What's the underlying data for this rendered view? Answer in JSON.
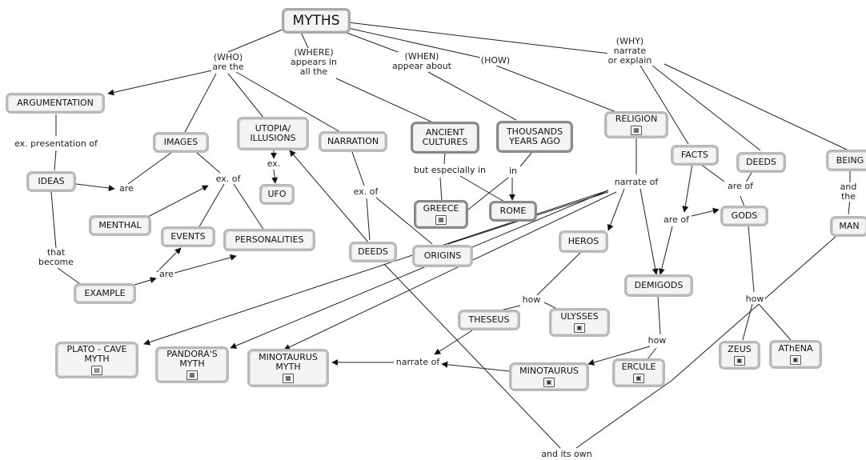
{
  "nodes": {
    "myths": "MYTHS",
    "argumentation": "ARGUMENTATION",
    "ideas": "IDEAS",
    "images": "IMAGES",
    "menthal": "MENTHAL",
    "events": "EVENTS",
    "personalities": "PERSONALITIES",
    "example": "EXAMPLE",
    "utopia": "UTOPIA/\nILLUSIONS",
    "ufo": "UFO",
    "narration": "NARRATION",
    "deeds_left": "DEEDS",
    "origins": "ORIGINS",
    "ancient_cultures": "ANCIENT\nCULTURES",
    "thousands_years": "THOUSANDS\nYEARS AGO",
    "greece": "GREECE",
    "rome": "ROME",
    "religion": "RELIGION",
    "facts": "FACTS",
    "deeds_right": "DEEDS",
    "being": "BEING",
    "man": "MAN",
    "gods": "GODS",
    "heros": "HEROS",
    "demigods": "DEMIGODS",
    "theseus": "THESEUS",
    "ulysses": "ULYSSES",
    "plato": "PLATO - CAVE\nMYTH",
    "pandora": "PANDORA'S\nMYTH",
    "minotaurus_myth": "MINOTAURUS\nMYTH",
    "minotaurus": "MINOTAURUS",
    "ercule": "ERCULE",
    "zeus": "ZEUS",
    "athena": "AThENA"
  },
  "labels": {
    "who": "(WHO)\nare the",
    "where": "(WHERE)\nappears in\nall the",
    "when": "(WHEN)\nappear about",
    "how_top": "(HOW)",
    "why": "(WHY)\nnarrate\nor explain",
    "ex_presentation": "ex. presentation of",
    "are_ideas": "are",
    "ex_of_images": "ex. of",
    "ex_utopia": "ex.",
    "that_become": "that\nbecome",
    "are_example": "are",
    "ex_of_narration": "ex. of",
    "but_especially": "but especially in",
    "in_thousands": "in",
    "narrate_of_religion": "narrate of",
    "are_of_gods": "are of",
    "are_of_facts": "are of",
    "and_the": "and the",
    "how_heros": "how",
    "how_gods": "how",
    "how_demigods": "how",
    "narrate_of_bottom": "narrate of",
    "and_its_own": "and its own"
  },
  "icons": {
    "greece": "concept-map-icon",
    "religion": "concept-map-icon",
    "ulysses": "image-icon",
    "plato": "document-icon",
    "pandora": "concept-map-icon",
    "minotaurus_myth": "concept-map-icon",
    "minotaurus": "image-icon",
    "ercule": "image-icon",
    "zeus": "image-icon",
    "athena": "image-icon"
  }
}
